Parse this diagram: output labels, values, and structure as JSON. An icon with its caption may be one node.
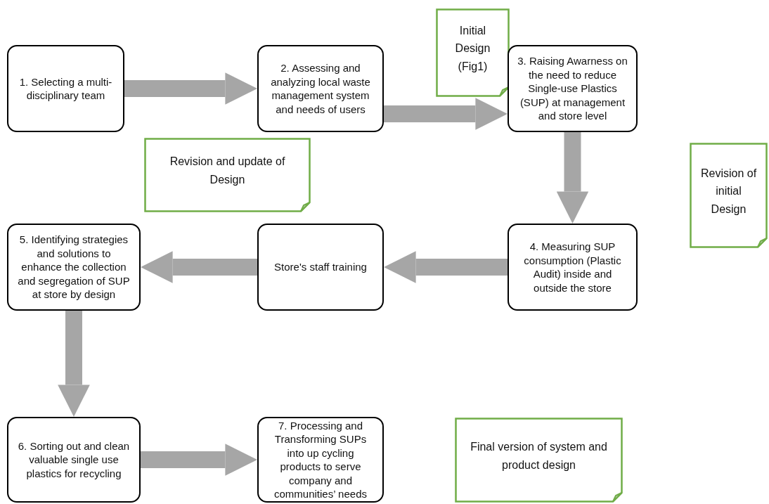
{
  "diagram": {
    "nodes": [
      {
        "text": [
          "1. Selecting a multi-disciplinary team"
        ]
      },
      {
        "text": [
          "2. Assessing and analyzing local waste management system and needs of users"
        ]
      },
      {
        "text": [
          "Initial Design (Fig1)"
        ]
      },
      {
        "text": [
          "3. Raising Awarness on the need to reduce Single-use Plastics (SUP) at management and store level"
        ]
      },
      {
        "text": [
          "Revision and update of Design"
        ]
      },
      {
        "text": [
          "Revision of initial Design"
        ]
      },
      {
        "text": [
          "5. Identifying strategies and solutions to enhance the collection and segregation of SUP at store by design"
        ]
      },
      {
        "text": [
          "Store's staff training"
        ]
      },
      {
        "text": [
          "4. Measuring SUP consumption (Plastic Audit) inside and outside the store"
        ]
      },
      {
        "text": [
          "6. Sorting out and clean valuable single use plastics for recycling"
        ]
      },
      {
        "text": [
          "7. Processing and Transforming SUPs into up cycling products to serve company and communities’ needs"
        ]
      },
      {
        "text": [
          "Final version of system and product design"
        ]
      }
    ],
    "edges": [
      {
        "from": 0,
        "to": 1,
        "arrow": "to"
      },
      {
        "from": 1,
        "to": 3,
        "arrow": "to"
      },
      {
        "from": 3,
        "to": 8,
        "arrow": "to"
      },
      {
        "from": 8,
        "to": 7,
        "arrow": "to"
      },
      {
        "from": 7,
        "to": 6,
        "arrow": "to"
      },
      {
        "from": 6,
        "to": 9,
        "arrow": "to"
      },
      {
        "from": 9,
        "to": 10,
        "arrow": "to"
      }
    ]
  }
}
